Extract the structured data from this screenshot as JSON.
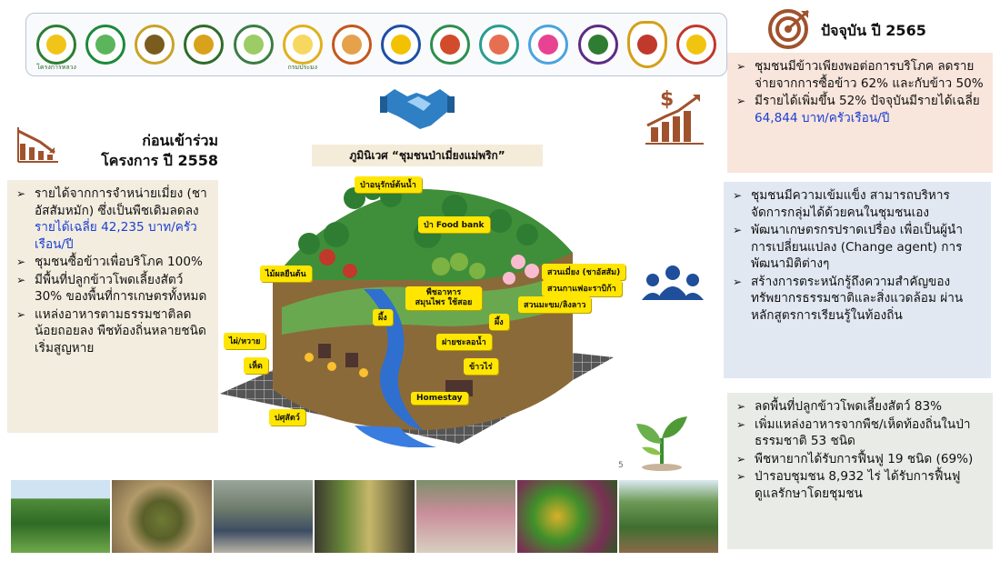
{
  "logos": [
    {
      "name": "royal-project-logo",
      "color": "#2e7d32",
      "core": "#f0c419",
      "text": "โครงการหลวง"
    },
    {
      "name": "forest-dept-logo",
      "color": "#1b8a3a",
      "core": "#5bb55d",
      "text": ""
    },
    {
      "name": "land-dept-logo",
      "color": "#c9a227",
      "core": "#7a5c1e",
      "text": ""
    },
    {
      "name": "agri-extension-logo",
      "color": "#2f6b2a",
      "core": "#d9a21c",
      "text": ""
    },
    {
      "name": "agri-ministry-logo",
      "color": "#3a7d44",
      "core": "#9ccc65",
      "text": ""
    },
    {
      "name": "fisheries-logo",
      "color": "#e0b020",
      "core": "#f6d860",
      "text": "กรมประมง"
    },
    {
      "name": "livestock-logo",
      "color": "#c2581e",
      "core": "#e5a24b",
      "text": ""
    },
    {
      "name": "cooperative-logo",
      "color": "#1e4fa3",
      "core": "#f2c200",
      "text": ""
    },
    {
      "name": "land-dev-logo",
      "color": "#2d8f4e",
      "core": "#d24b2b",
      "text": ""
    },
    {
      "name": "rice-dept-logo",
      "color": "#2a9d8f",
      "core": "#e76f51",
      "text": ""
    },
    {
      "name": "province-logo",
      "color": "#4aa3df",
      "core": "#e84393",
      "text": ""
    },
    {
      "name": "university-logo",
      "color": "#5b2c83",
      "core": "#2e7d32",
      "text": ""
    },
    {
      "name": "temple-logo",
      "color": "#d4a017",
      "core": "#c0392b",
      "text": ""
    },
    {
      "name": "district-logo",
      "color": "#c0392b",
      "core": "#f1c40f",
      "text": ""
    }
  ],
  "before": {
    "title_line1": "ก่อนเข้าร่วม",
    "title_line2": "โครงการ ปี 2558",
    "items": [
      {
        "text": "รายได้จากการจำหน่ายเมี่ยง (ชาอัสสัมหมัก) ซึ่งเป็นพืชเดิมลดลง ",
        "highlight": "รายได้เฉลี่ย 42,235 บาท/ครัวเรือน/ปี"
      },
      {
        "text": "ชุมชนซื้อข้าวเพื่อบริโภค 100%",
        "highlight": ""
      },
      {
        "text": "มีพื้นที่ปลูกข้าวโพดเลี้ยงสัตว์ 30% ของพื้นที่การเกษตรทั้งหมด",
        "highlight": ""
      },
      {
        "text": "แหล่งอาหารตามธรรมชาติลดน้อยถอยลง พืชท้องถิ่นหลายชนิดเริ่มสูญหาย",
        "highlight": ""
      }
    ]
  },
  "now": {
    "title": "ปัจจุบัน ปี 2565",
    "box1": [
      {
        "text": "ชุมชนมีข้าวเพียงพอต่อการบริโภค ลดรายจ่ายจากการซื้อข้าว 62% และกับข้าว 50%",
        "highlight": ""
      },
      {
        "text": "มีรายได้เพิ่มขึ้น 52% ปัจจุบันมีรายได้เฉลี่ย ",
        "highlight": "64,844 บาท/ครัวเรือน/ปี"
      }
    ],
    "box2": [
      {
        "text": "ชุมชนมีความเข้มแข็ง สามารถบริหารจัดการกลุ่มได้ด้วยคนในชุมชนเอง",
        "highlight": ""
      },
      {
        "text": "พัฒนาเกษตรกรปราดเปรื่อง เพื่อเป็นผู้นำการเปลี่ยนแปลง (Change agent) การพัฒนามิติต่างๆ",
        "highlight": ""
      },
      {
        "text": "สร้างการตระหนักรู้ถึงความสำคัญของทรัพยากรธรรมชาติและสิ่งแวดล้อม ผ่านหลักสูตรการเรียนรู้ในท้องถิ่น",
        "highlight": ""
      }
    ],
    "box3": [
      {
        "text": "ลดพื้นที่ปลูกข้าวโพดเลี้ยงสัตว์ 83%",
        "highlight": ""
      },
      {
        "text": "เพิ่มแหล่งอาหารจากพืช/เห็ดท้องถิ่นในป่าธรรมชาติ 53 ชนิด",
        "highlight": ""
      },
      {
        "text": "พืชหายากได้รับการฟื้นฟู 19 ชนิด (69%)",
        "highlight": ""
      },
      {
        "text": "ป่ารอบชุมชน 8,932 ไร่ ได้รับการฟื้นฟู ดูแลรักษาโดยชุมชน",
        "highlight": ""
      }
    ]
  },
  "center": {
    "title": "ภูมินิเวศ “ชุมชนป่าเมี่ยงแม่พริก”",
    "tags": [
      "ป่าอนุรักษ์ต้นน้ำ",
      "ป่า Food bank",
      "ไม้ผลยืนต้น",
      "พืชอาหาร สมุนไพร ใช้สอย",
      "สวนเมี่ยง (ชาอัสสัม)",
      "สวนกาแฟอะราบิก้า",
      "สวนมะขม/ลิงลาว",
      "ผึ้ง",
      "ผึ้ง",
      "ไผ่/หวาย",
      "ฝายชะลอน้ำ",
      "เห็ด",
      "ข้าวไร่",
      "Homestay",
      "ปศุสัตว์"
    ],
    "page": "5"
  },
  "photos": [
    "mountain-forest-photo",
    "tea-leaves-photo",
    "community-meeting-photo",
    "product-display-photo",
    "villagers-sorting-photo",
    "vegetables-photo",
    "village-valley-photo"
  ],
  "colors": {
    "highlight": "#1a3fd1",
    "before_bg": "#f3ede0",
    "now1_bg": "#f8e5dc",
    "now2_bg": "#e2e8f2",
    "now3_bg": "#e9ebe6",
    "icon_brown": "#a0522d"
  }
}
